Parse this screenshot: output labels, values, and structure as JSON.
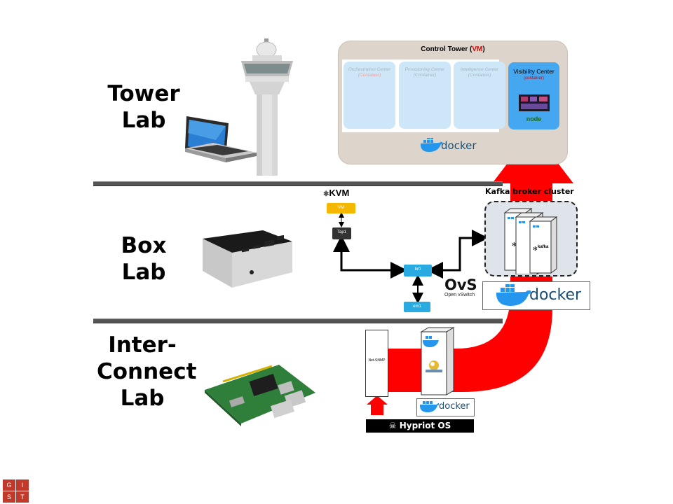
{
  "labs": {
    "tower": {
      "line1": "Tower",
      "line2": "Lab"
    },
    "box": {
      "line1": "Box",
      "line2": "Lab"
    },
    "interconnect": {
      "line1": "Inter-",
      "line2": "Connect",
      "line3": "Lab"
    }
  },
  "tower_panel": {
    "title_prefix": "Control Tower (",
    "title_vm": "VM",
    "title_suffix": ")",
    "centers": [
      {
        "name": "Orchestration Center",
        "tag": "(Container)"
      },
      {
        "name": "Provisioning Center",
        "tag": "(Container)"
      },
      {
        "name": "Intelligence Center",
        "tag": "(Container)"
      }
    ],
    "visibility": {
      "name": "Visibility Center",
      "tag": "(container)",
      "logo_text": "node"
    },
    "docker_label": "docker"
  },
  "box_lab": {
    "kvm_label": "KVM",
    "vm_label": "VM",
    "tap_label": "Tap1",
    "br_label": "br0",
    "em_label": "em1",
    "ovs_label": "OvS",
    "ovs_sub": "Open vSwitch",
    "kafka_title": "Kafka broker cluster",
    "kafka_server_label": "kafka",
    "docker_label": "docker"
  },
  "interconnect": {
    "netsnmp_label": "Net-SNMP",
    "docker_label": "docker",
    "os_label": "Hypriot OS"
  },
  "logo": {
    "letters": [
      "G",
      "I",
      "S",
      "T"
    ]
  },
  "colors": {
    "arrow_red": "#ff0000",
    "separator": "#555555",
    "tower_panel": "#ddd5cc",
    "center_box": "#cde7f8",
    "visibility_box": "#44a7f0",
    "vm_node": "#f5b800",
    "bridge_node": "#29abe2",
    "tap_node": "#333333",
    "docker_blue": "#2496ed"
  }
}
